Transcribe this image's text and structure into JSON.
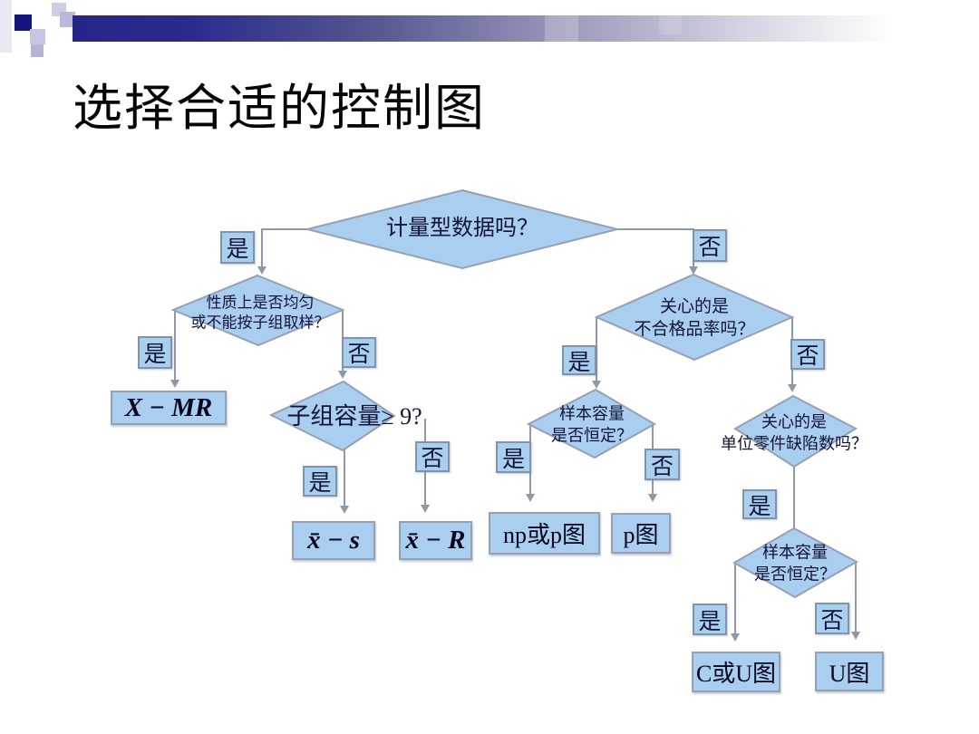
{
  "slide": {
    "title": "选择合适的控制图"
  },
  "colors": {
    "node_fill": "#a9ceef",
    "node_border": "#96a0b4",
    "label_fill": "#a9cfee",
    "label_border": "#7f93ac",
    "connector_gray": "#8f98a4",
    "text_ink": "#13133a",
    "header_bar_navy": "#26268a",
    "accent_square_navy": "#15157e"
  },
  "labels": {
    "yes": "是",
    "no": "否"
  },
  "decisions": {
    "d1": {
      "line1": "计量型数据吗？"
    },
    "d2": {
      "line1": "性质上是否均匀",
      "line2": "或不能按子组取样？"
    },
    "d3": {
      "line1": "子组容量≥ 9?"
    },
    "d4": {
      "line1": "关心的是",
      "line2": "不合格品率吗？"
    },
    "d5": {
      "line1": "样本容量",
      "line2": "是否恒定？"
    },
    "d6": {
      "line1": "关心的是",
      "line2": "单位零件缺陷数吗？"
    },
    "d7": {
      "line1": "样本容量",
      "line2": "是否恒定？"
    }
  },
  "results": {
    "x_mr": "X − MR",
    "xbar_s": "x̄ − s",
    "xbar_r": "x̄ − R",
    "np_or_p": "np或p图",
    "p": "p图",
    "c_or_u": "C或U图",
    "u": "U图"
  }
}
